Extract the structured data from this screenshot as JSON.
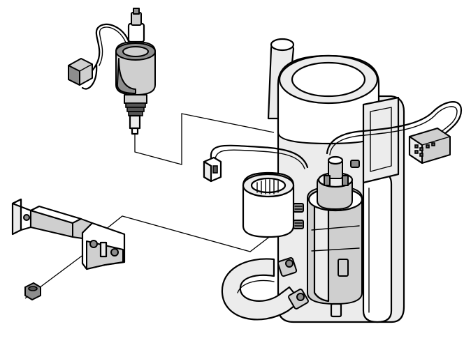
{
  "diagram": {
    "components": {
      "solenoid_valve": "solenoid-valve",
      "heater_unit": "heater-unit",
      "fuel_pump": "fuel-pump",
      "mounting_bracket": "mounting-bracket",
      "nut": "nut",
      "connectors": [
        "connector-left",
        "connector-right",
        "connector-valve"
      ]
    },
    "colors": {
      "line": "#000000",
      "background": "#ffffff",
      "shade_light": "#ececec",
      "shade_mid": "#cfcfcf",
      "shade_dark": "#8d8d8d"
    }
  }
}
